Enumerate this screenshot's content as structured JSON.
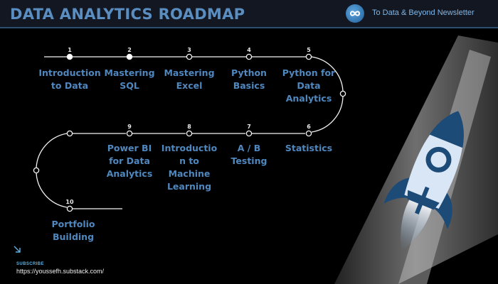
{
  "header": {
    "title": "DATA ANALYTICS ROADMAP",
    "brand": "To Data & Beyond Newsletter",
    "brand_icon": "infinity-icon"
  },
  "colors": {
    "accent": "#4f87bf",
    "title": "#5b8ec0",
    "background": "#000000",
    "header_bg": "#131722"
  },
  "steps": [
    {
      "num": "1",
      "label": "Introduction\nto Data",
      "filled": true
    },
    {
      "num": "2",
      "label": "Mastering\nSQL",
      "filled": true
    },
    {
      "num": "3",
      "label": "Mastering\nExcel",
      "filled": false
    },
    {
      "num": "4",
      "label": "Python\nBasics",
      "filled": false
    },
    {
      "num": "5",
      "label": "Python for\nData\nAnalytics",
      "filled": false
    },
    {
      "num": "6",
      "label": "Statistics",
      "filled": false
    },
    {
      "num": "7",
      "label": "A / B\nTesting",
      "filled": false
    },
    {
      "num": "8",
      "label": "Introductio\nn to\nMachine\nLearning",
      "filled": false
    },
    {
      "num": "9",
      "label": "Power BI\nfor Data\nAnalytics",
      "filled": false
    },
    {
      "num": "10",
      "label": "Portfolio\nBuilding",
      "filled": false
    }
  ],
  "footer": {
    "subscribe_label": "SUBSCRIBE",
    "url": "https://youssefh.substack.com/",
    "arrow_icon": "arrow-down-right-icon"
  },
  "decoration": {
    "rocket_icon": "rocket-icon"
  }
}
